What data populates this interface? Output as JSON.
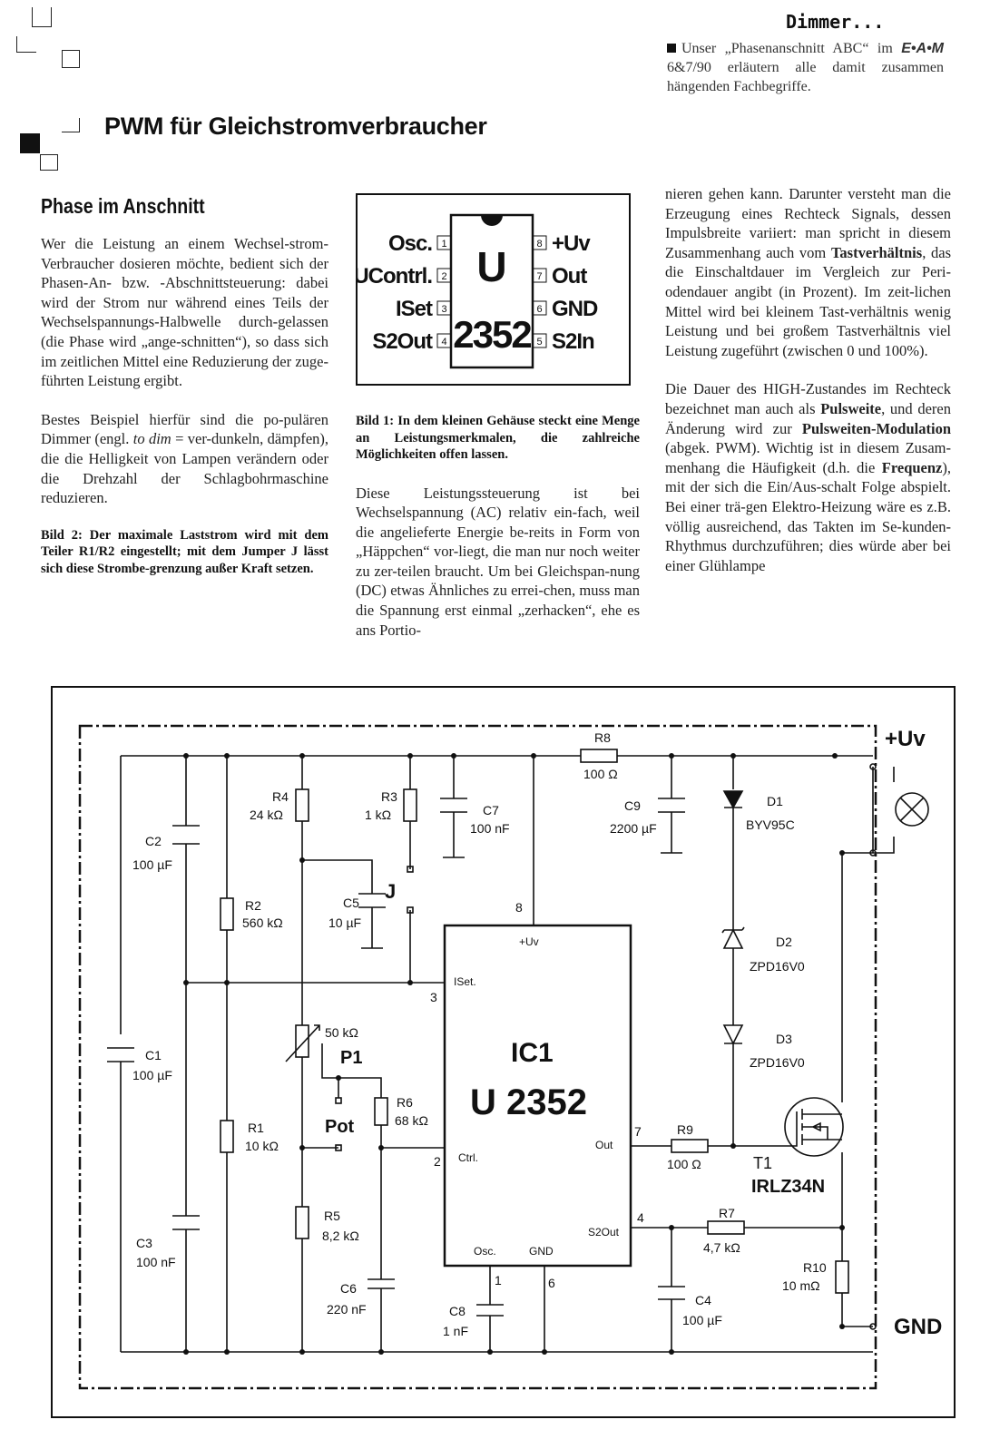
{
  "header": {
    "section": "Dimmer...",
    "sidebar_prefix": "Unser „Phasenanschnitt ABC“ im",
    "sidebar_mag": "E•A•M",
    "sidebar_rest": "6&7/90 erläutern alle damit zusammen hängenden Fachbegriffe."
  },
  "title": "PWM für Gleichstromverbraucher",
  "subtitle": "Phase im Anschnitt",
  "col1": {
    "p1": "Wer die Leistung an einem Wechsel-strom-Verbraucher dosieren möchte, bedient sich der Phasen-An- bzw. -Abschnittsteuerung: dabei wird der Strom nur während eines Teils der Wechselspannungs-Halbwelle durch-gelassen (die Phase wird „ange-schnitten“), so dass sich im zeitlichen Mittel eine Reduzierung der zuge-führten Leistung ergibt.",
    "p2a": "Bestes Beispiel hierfür sind die po-pulären Dimmer (engl. ",
    "p2i": "to dim",
    "p2b": " = ver-dunkeln, dämpfen), die die Helligkeit von Lampen verändern oder die Drehzahl der Schlagbohrmaschine reduzieren.",
    "caption": "Bild 2: Der maximale Laststrom wird mit dem Teiler R1/R2 eingestellt; mit dem Jumper J lässt sich diese Strombe-grenzung außer Kraft setzen."
  },
  "col2": {
    "caption": "Bild 1: In dem kleinen Gehäuse steckt eine Menge an Leistungsmerkmalen, die zahlreiche Möglichkeiten offen lassen.",
    "p1": "Diese Leistungssteuerung ist bei Wechselspannung (AC) relativ ein-fach, weil die angelieferte Energie be-reits in Form von „Häppchen“ vor-liegt, die man nur noch weiter zu zer-teilen braucht. Um bei Gleichspan-nung (DC) etwas Ähnliches zu errei-chen, muss man die Spannung erst einmal „zerhacken“, ehe es ans Portio-"
  },
  "col3": {
    "p1a": "nieren gehen kann. Darunter versteht man die Erzeugung eines Rechteck Signals, dessen Impulsbreite variiert: man spricht in diesem Zusammenhang auch vom ",
    "p1b": "Tastverhältnis",
    "p1c": ", das die Einschaltdauer im Vergleich zur Peri-odendauer angibt (in Prozent). Im zeit-lichen Mittel wird bei kleinem Tast-verhältnis wenig Leistung und bei großem Tastverhältnis viel Leistung zugeführt (zwischen 0 und 100%).",
    "p2a": "Die Dauer des HIGH-Zustandes im Rechteck bezeichnet man auch als ",
    "p2b": "Pulsweite",
    "p2c": ", und deren Änderung wird zur ",
    "p2d": "Pulsweiten-Modulation",
    "p2e": " (abgek. PWM). Wichtig ist in diesem Zusam-menhang die Häufigkeit (d.h. die ",
    "p2f": "Frequenz",
    "p2g": "), mit der sich die Ein/Aus-schalt Folge abspielt. Bei einer trä-gen Elektro-Heizung wäre es z.B. völlig ausreichend, das Takten im Se-kunden-Rhythmus durchzuführen; dies würde aber bei einer Glühlampe"
  },
  "chip": {
    "name": "U",
    "number": "2352",
    "left_pins": [
      {
        "n": "1",
        "label": "Osc."
      },
      {
        "n": "2",
        "label": "UContrl."
      },
      {
        "n": "3",
        "label": "ISet"
      },
      {
        "n": "4",
        "label": "S2Out"
      }
    ],
    "right_pins": [
      {
        "n": "8",
        "label": "+Uv"
      },
      {
        "n": "7",
        "label": "Out"
      },
      {
        "n": "6",
        "label": "GND"
      },
      {
        "n": "5",
        "label": "S2In"
      }
    ]
  },
  "schematic": {
    "uv": "+Uv",
    "gnd": "GND",
    "r8": [
      "R8",
      "100 Ω"
    ],
    "c2": [
      "C2",
      "100 µF"
    ],
    "r2": [
      "R2",
      "560 kΩ"
    ],
    "r4": [
      "R4",
      "24 kΩ"
    ],
    "r3": [
      "R3",
      "1 kΩ"
    ],
    "c7": [
      "C7",
      "100 nF"
    ],
    "c9": [
      "C9",
      "2200 µF"
    ],
    "d1": [
      "D1",
      "BYV95C"
    ],
    "j": "J",
    "c5": [
      "C5",
      "10 µF"
    ],
    "ic": {
      "name": "IC1",
      "type": "U 2352",
      "uv": "+Uv",
      "iset": "ISet.",
      "ctrl": "Ctrl.",
      "out": "Out",
      "s2out": "S2Out",
      "osc": "Osc.",
      "gnd": "GND",
      "p8": "8",
      "p3": "3",
      "p2": "2",
      "p7": "7",
      "p4": "4",
      "p1": "1",
      "p6": "6"
    },
    "c1": [
      "C1",
      "100 µF"
    ],
    "p1": [
      "50 kΩ",
      "P1"
    ],
    "pot": "Pot",
    "r6": [
      "R6",
      "68 kΩ"
    ],
    "r1": [
      "R1",
      "10 kΩ"
    ],
    "r5": [
      "R5",
      "8,2 kΩ"
    ],
    "c6": [
      "C6",
      "220 nF"
    ],
    "c3": [
      "C3",
      "100 nF"
    ],
    "c8": [
      "C8",
      "1 nF"
    ],
    "r9": [
      "R9",
      "100 Ω"
    ],
    "t1": [
      "T1",
      "IRLZ34N"
    ],
    "d2": [
      "D2",
      "ZPD16V0"
    ],
    "d3": [
      "D3",
      "ZPD16V0"
    ],
    "r7": [
      "R7",
      "4,7 kΩ"
    ],
    "c4": [
      "C4",
      "100 µF"
    ],
    "r10": [
      "R10",
      "10 mΩ"
    ]
  }
}
